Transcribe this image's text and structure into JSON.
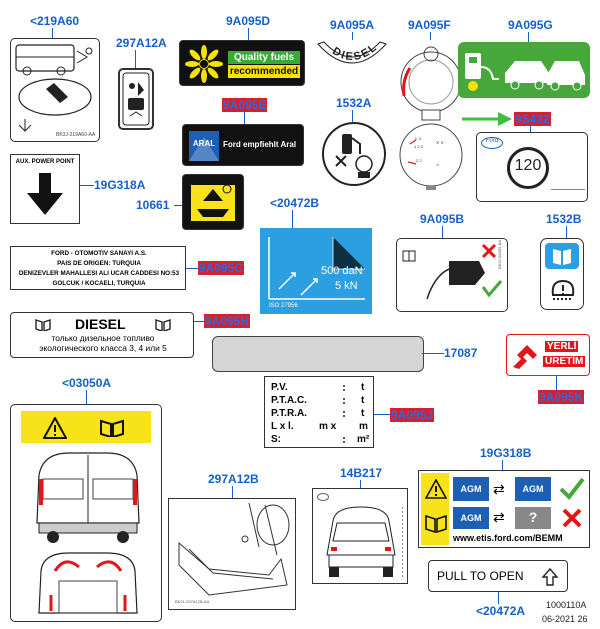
{
  "codes": {
    "c219a60": "<219A60",
    "c297a12a": "297A12A",
    "c9a095d": "9A095D",
    "c9a095a": "9A095A",
    "c9a095f": "9A095F",
    "c9a095g": "9A095G",
    "c9a095e": "9A095E",
    "c1532a": "1532A",
    "c9s432": "9S432",
    "c19g318a": "19G318A",
    "c10661": "10661",
    "c20472b_top": "<20472B",
    "c9a095b": "9A095B",
    "c1532b": "1532B",
    "c_ford_label": "9A095C",
    "c_diesel_label": "9A095H",
    "c17087": "17087",
    "c_yerli": "9A095K",
    "c03050a": "<03050A",
    "c_pv_label": "9A095J",
    "c297a12b": "297A12B",
    "c14b217": "14B217",
    "c19g318b": "19G318B",
    "c20472a": "<20472A"
  },
  "labels": {
    "quality_fuels_line1": "Quality fuels",
    "quality_fuels_line2": "recommended",
    "diesel_arc": "DIESEL",
    "aral_logo": "ARAL",
    "aral_text": "Ford empfiehlt Aral",
    "aux_power_point": "AUX. POWER POINT",
    "ford_otomotiv_line1": "FORD - OTOMOTIV SANAYI A.S.",
    "ford_otomotiv_line2": "PAIS DE ORIGEN: TURQUIA",
    "ford_otomotiv_line3": "DENIZEVLER MAHALLESI ALI UCAR CADDESI NO:53",
    "ford_otomotiv_line4": "GOLCUK / KOCAELI, TURQUIA",
    "diesel_title": "DIESEL",
    "diesel_ru_line1": "только дизельное топливо",
    "diesel_ru_line2": "экологического класса 3, 4 или 5",
    "load_value1": "500 daN",
    "load_value2": "5 kN",
    "iso_number": "ISO 27956",
    "speed_limit": "120",
    "yerli_line1": "YERLİ",
    "yerli_line2": "ÜRETİM",
    "pv_rows": [
      {
        "label": "P.V.",
        "unit": "t"
      },
      {
        "label": "P.T.A.C.",
        "unit": "t"
      },
      {
        "label": "P.T.R.A.",
        "unit": "t"
      },
      {
        "label": "L x l.",
        "unit": "m"
      },
      {
        "label": "S:",
        "unit": "m²"
      }
    ],
    "pv_lxl_mid": "m x",
    "agm": "AGM",
    "etis_url": "www.etis.ford.com/BEMM",
    "pull_to_open": "PULL TO OPEN",
    "ford_oval": "Ford",
    "fine_print": "BK3J-",
    "footer_code": "1000110A",
    "footer_date": "06-2021 26"
  },
  "colors": {
    "code_blue": "#1560c8",
    "quality_green": "#3aa935",
    "quality_yellow": "#f6e200",
    "aral_blue": "#1d5fb4",
    "warn_yellow": "#f8e21a",
    "iso_blue": "#2c9fe0",
    "yerli_red": "#e2161b",
    "fuel_green": "#46a83a",
    "arrow_green": "#3fc03a"
  }
}
